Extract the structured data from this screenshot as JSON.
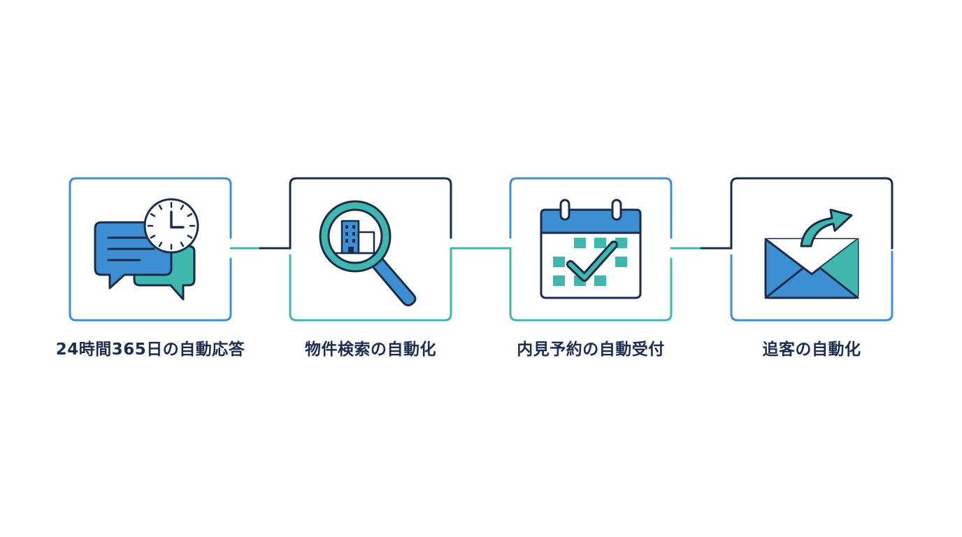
{
  "colors": {
    "navy": "#1a2b4c",
    "blue": "#3d8fd1",
    "teal": "#3fb7ad",
    "bubble_blue": "#3d8fd1",
    "bubble_teal": "#3fb7ad",
    "label": "#1c2d50"
  },
  "steps": [
    {
      "label": "24時間365日の自動応答",
      "icon": "chat-clock-icon",
      "frame_top": "blue",
      "frame_bottom": "blue"
    },
    {
      "label": "物件検索の自動化",
      "icon": "magnifier-building-icon",
      "frame_top": "navy",
      "frame_bottom": "teal"
    },
    {
      "label": "内見予約の自動受付",
      "icon": "calendar-check-icon",
      "frame_top": "blue",
      "frame_bottom": "teal"
    },
    {
      "label": "追客の自動化",
      "icon": "envelope-forward-icon",
      "frame_top": "navy",
      "frame_bottom": "blue"
    }
  ]
}
